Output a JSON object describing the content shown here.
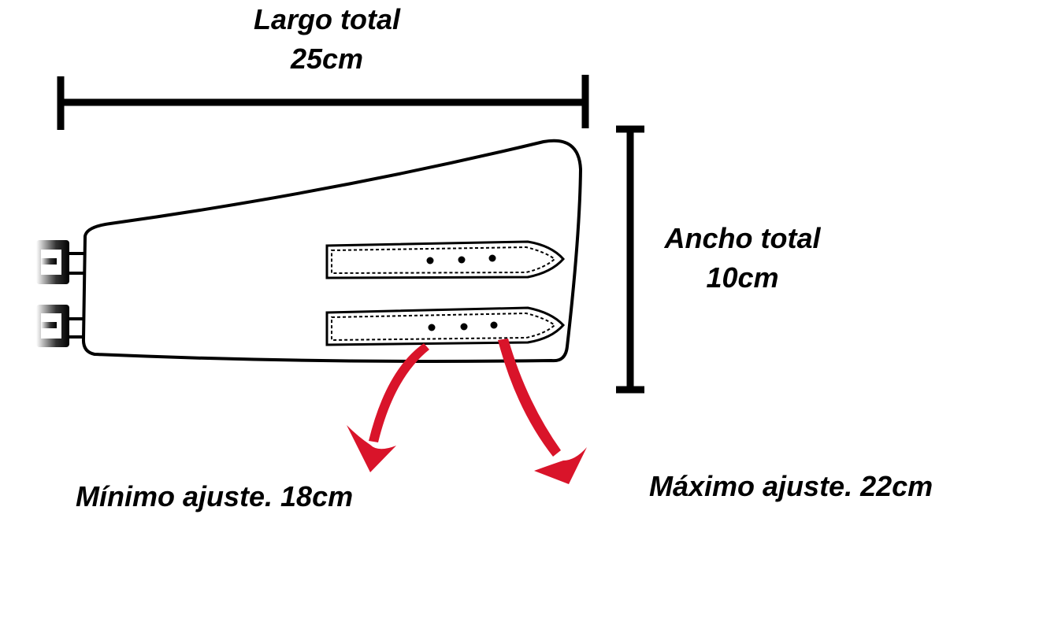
{
  "length": {
    "label": "Largo total",
    "value": "25cm"
  },
  "width": {
    "label": "Ancho total",
    "value": "10cm"
  },
  "min_fit": "Mínimo ajuste. 18cm",
  "max_fit": "Máximo ajuste. 22cm",
  "colors": {
    "arrow": "#d9142a",
    "stroke": "#000000"
  }
}
